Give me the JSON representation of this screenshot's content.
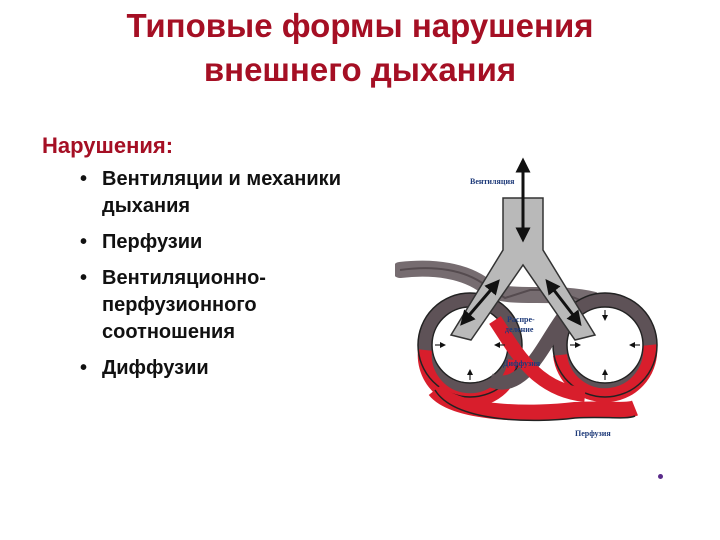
{
  "slide": {
    "title_line1": "Типовые формы нарушения",
    "title_line2": "внешнего дыхания",
    "section_heading": "Нарушения:",
    "items": [
      "Вентиляции и механики дыхания",
      "Перфузии",
      "Вентиляционно-перфузионного соотношения",
      "Диффузии"
    ]
  },
  "diagram": {
    "labels": {
      "ventilation": "Вентиляция",
      "distribution_line1": "Распре-",
      "distribution_line2": "деление",
      "diffusion": "Диффузия",
      "perfusion": "Перфузия"
    },
    "colors": {
      "blood_red": "#d81e2c",
      "blood_dark": "#5e5257",
      "airway_grey": "#b9b9b9",
      "outline": "#222222"
    }
  }
}
